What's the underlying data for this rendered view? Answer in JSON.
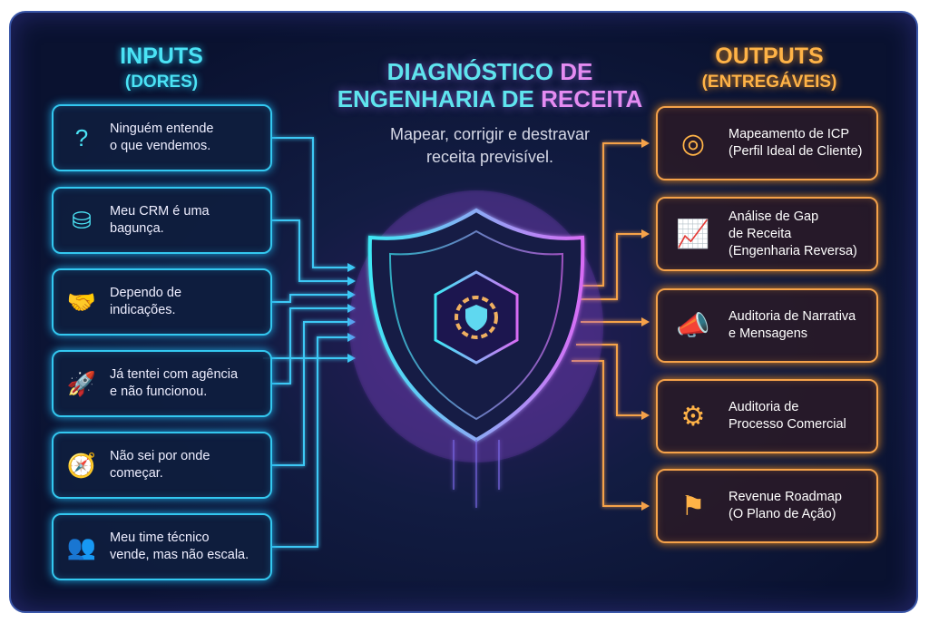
{
  "inputs": {
    "title": "INPUTS",
    "subtitle": "(DORES)",
    "items": [
      {
        "icon": "question-head-icon",
        "text": "Ninguém entende\no que vendemos."
      },
      {
        "icon": "database-network-icon",
        "text": "Meu CRM é uma\nbagunça."
      },
      {
        "icon": "handshake-icon",
        "text": "Dependo de\nindicações."
      },
      {
        "icon": "rocket-icon",
        "text": "Já tentei com agência\ne não funcionou."
      },
      {
        "icon": "compass-icon",
        "text": "Não sei por onde\ncomeçar."
      },
      {
        "icon": "team-lock-icon",
        "text": "Meu time técnico\nvende, mas não escala."
      }
    ]
  },
  "center": {
    "title_part1": "DIAGNÓSTICO",
    "title_part2": "DE",
    "title_line2_part1": "ENGENHARIA DE",
    "title_line2_part2": "RECEITA",
    "subtitle": "Mapear, corrigir e destravar\nreceita previsível.",
    "icon": "shield-gear-icon"
  },
  "outputs": {
    "title": "OUTPUTS",
    "subtitle": "(ENTREGÁVEIS)",
    "items": [
      {
        "icon": "target-person-icon",
        "text": "Mapeamento de ICP\n(Perfil Ideal de Cliente)"
      },
      {
        "icon": "growth-chart-icon",
        "text": "Análise de Gap\nde Receita\n(Engenharia Reversa)"
      },
      {
        "icon": "megaphone-icon",
        "text": "Auditoria de Narrativa\ne Mensagens"
      },
      {
        "icon": "process-gears-icon",
        "text": "Auditoria de\nProcesso Comercial"
      },
      {
        "icon": "roadmap-icon",
        "text": "Revenue Roadmap\n(O Plano de Ação)"
      }
    ]
  },
  "colors": {
    "input": "#33c8f0",
    "output": "#f5a24a",
    "bg": "#0a1230",
    "accent": "#e58cf2"
  }
}
